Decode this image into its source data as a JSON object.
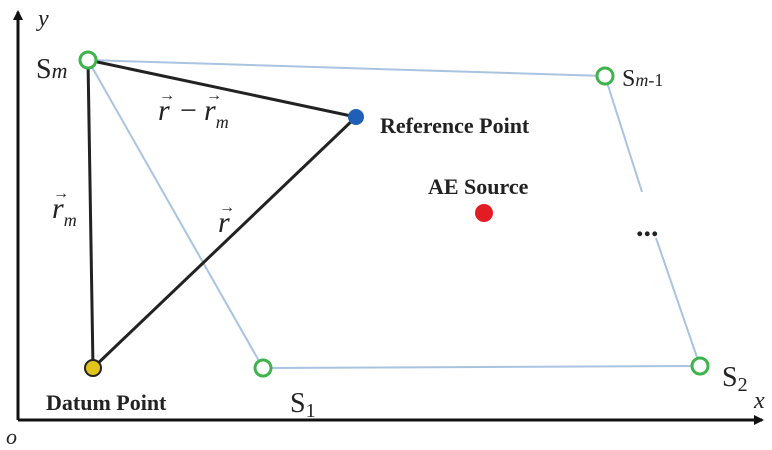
{
  "axes": {
    "x_label": "x",
    "y_label": "y",
    "origin_label": "o"
  },
  "sensors": {
    "sm": "S",
    "sm_sub": "m",
    "sm1": "S",
    "sm1_sub": "m",
    "sm1_suffix": "-1",
    "s1": "S",
    "s1_sub": "1",
    "s2": "S",
    "s2_sub": "2"
  },
  "points": {
    "reference_label": "Reference Point",
    "ae_source_label": "AE Source",
    "datum_label": "Datum Point"
  },
  "vectors": {
    "r_symbol": "r",
    "rm_symbol": "r",
    "rm_sub": "m",
    "diff_r": "r",
    "diff_minus": "−",
    "diff_rm": "r",
    "diff_rm_sub": "m"
  },
  "ellipsis": "...",
  "colors": {
    "axis": "#111111",
    "sensor_stroke": "#3cb44b",
    "outline": "#a9c4e0",
    "vector_line": "#222222",
    "reference_point": "#1f5fb5",
    "ae_source": "#e31b23",
    "datum_point": "#e2c319"
  }
}
